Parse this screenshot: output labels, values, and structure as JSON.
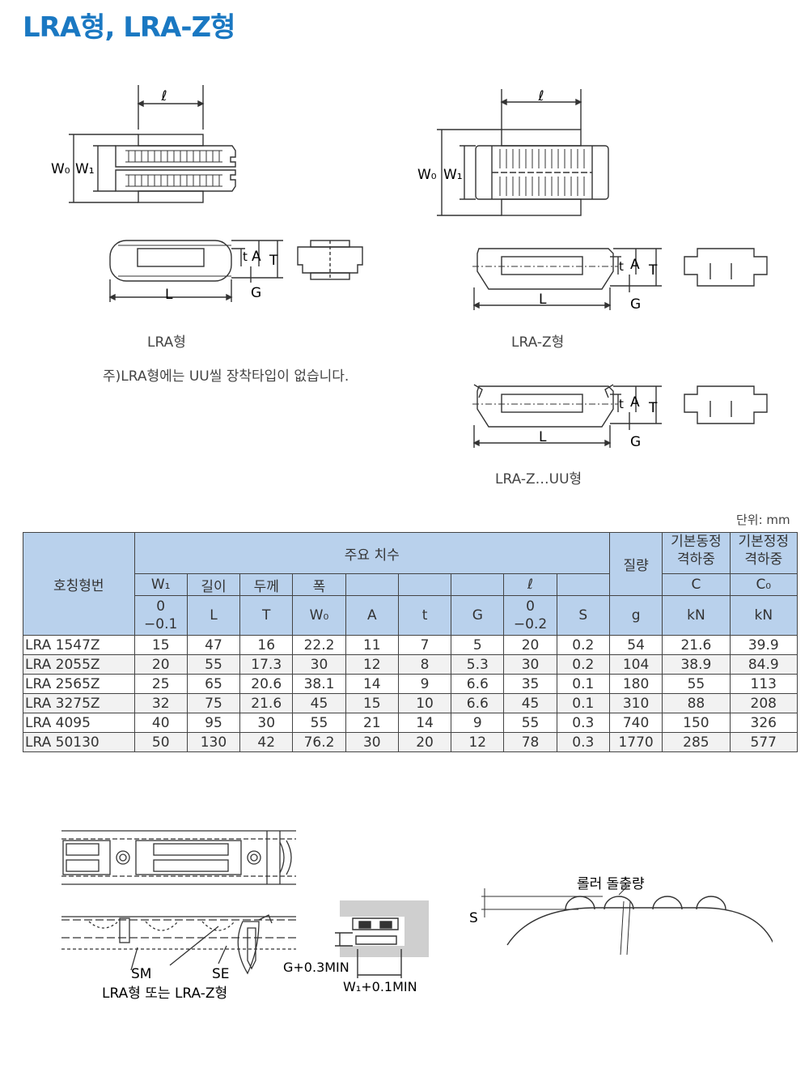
{
  "title": "LRA형, LRA-Z형",
  "captions": {
    "lra": "LRA형",
    "note": "주)LRA형에는 UU씰 장착타입이 없습니다.",
    "lra_z": "LRA-Z형",
    "lra_z_uu": "LRA-Z…UU형",
    "mounting": "LRA형 또는 LRA-Z형",
    "roller": "롤러 돌출량"
  },
  "dims": {
    "l": "ℓ",
    "W0": "W₀",
    "W1": "W₁",
    "t": "t",
    "A": "A",
    "T": "T",
    "L": "L",
    "G": "G",
    "S": "S",
    "SM": "SM",
    "SE": "SE",
    "g_min": "G+0.3MIN",
    "w1_min": "W₁+0.1MIN"
  },
  "unit": "단위: mm",
  "table": {
    "header_model": "호칭형번",
    "header_main": "주요 치수",
    "header_mass": "질량",
    "header_dynamic": "기본동정\n격하중",
    "header_static": "기본정정\n격하중",
    "cols": [
      {
        "top": "W₁",
        "bottom": "0\n−0.1"
      },
      {
        "top": "길이",
        "bottom": "L"
      },
      {
        "top": "두께",
        "bottom": "T"
      },
      {
        "top": "폭",
        "bottom": "W₀"
      },
      {
        "top": "",
        "bottom": "A"
      },
      {
        "top": "",
        "bottom": "t"
      },
      {
        "top": "",
        "bottom": "G"
      },
      {
        "top": "ℓ",
        "bottom": "0\n−0.2"
      },
      {
        "top": "",
        "bottom": "S"
      }
    ],
    "mass_unit": "g",
    "dyn_sym": "C",
    "dyn_unit": "kN",
    "stat_sym": "C₀",
    "stat_unit": "kN",
    "rows": [
      [
        "LRA 1547Z",
        "15",
        "47",
        "16",
        "22.2",
        "11",
        "7",
        "5",
        "20",
        "0.2",
        "54",
        "21.6",
        "39.9"
      ],
      [
        "LRA 2055Z",
        "20",
        "55",
        "17.3",
        "30",
        "12",
        "8",
        "5.3",
        "30",
        "0.2",
        "104",
        "38.9",
        "84.9"
      ],
      [
        "LRA 2565Z",
        "25",
        "65",
        "20.6",
        "38.1",
        "14",
        "9",
        "6.6",
        "35",
        "0.1",
        "180",
        "55",
        "113"
      ],
      [
        "LRA 3275Z",
        "32",
        "75",
        "21.6",
        "45",
        "15",
        "10",
        "6.6",
        "45",
        "0.1",
        "310",
        "88",
        "208"
      ],
      [
        "LRA 4095",
        "40",
        "95",
        "30",
        "55",
        "21",
        "14",
        "9",
        "55",
        "0.3",
        "740",
        "150",
        "326"
      ],
      [
        "LRA 50130",
        "50",
        "130",
        "42",
        "76.2",
        "30",
        "20",
        "12",
        "78",
        "0.3",
        "1770",
        "285",
        "577"
      ]
    ]
  },
  "colors": {
    "title": "#1a78c2",
    "header": "#b9d1ec",
    "row_alt": "#f2f2f2",
    "shade": "#cfcfcf"
  }
}
